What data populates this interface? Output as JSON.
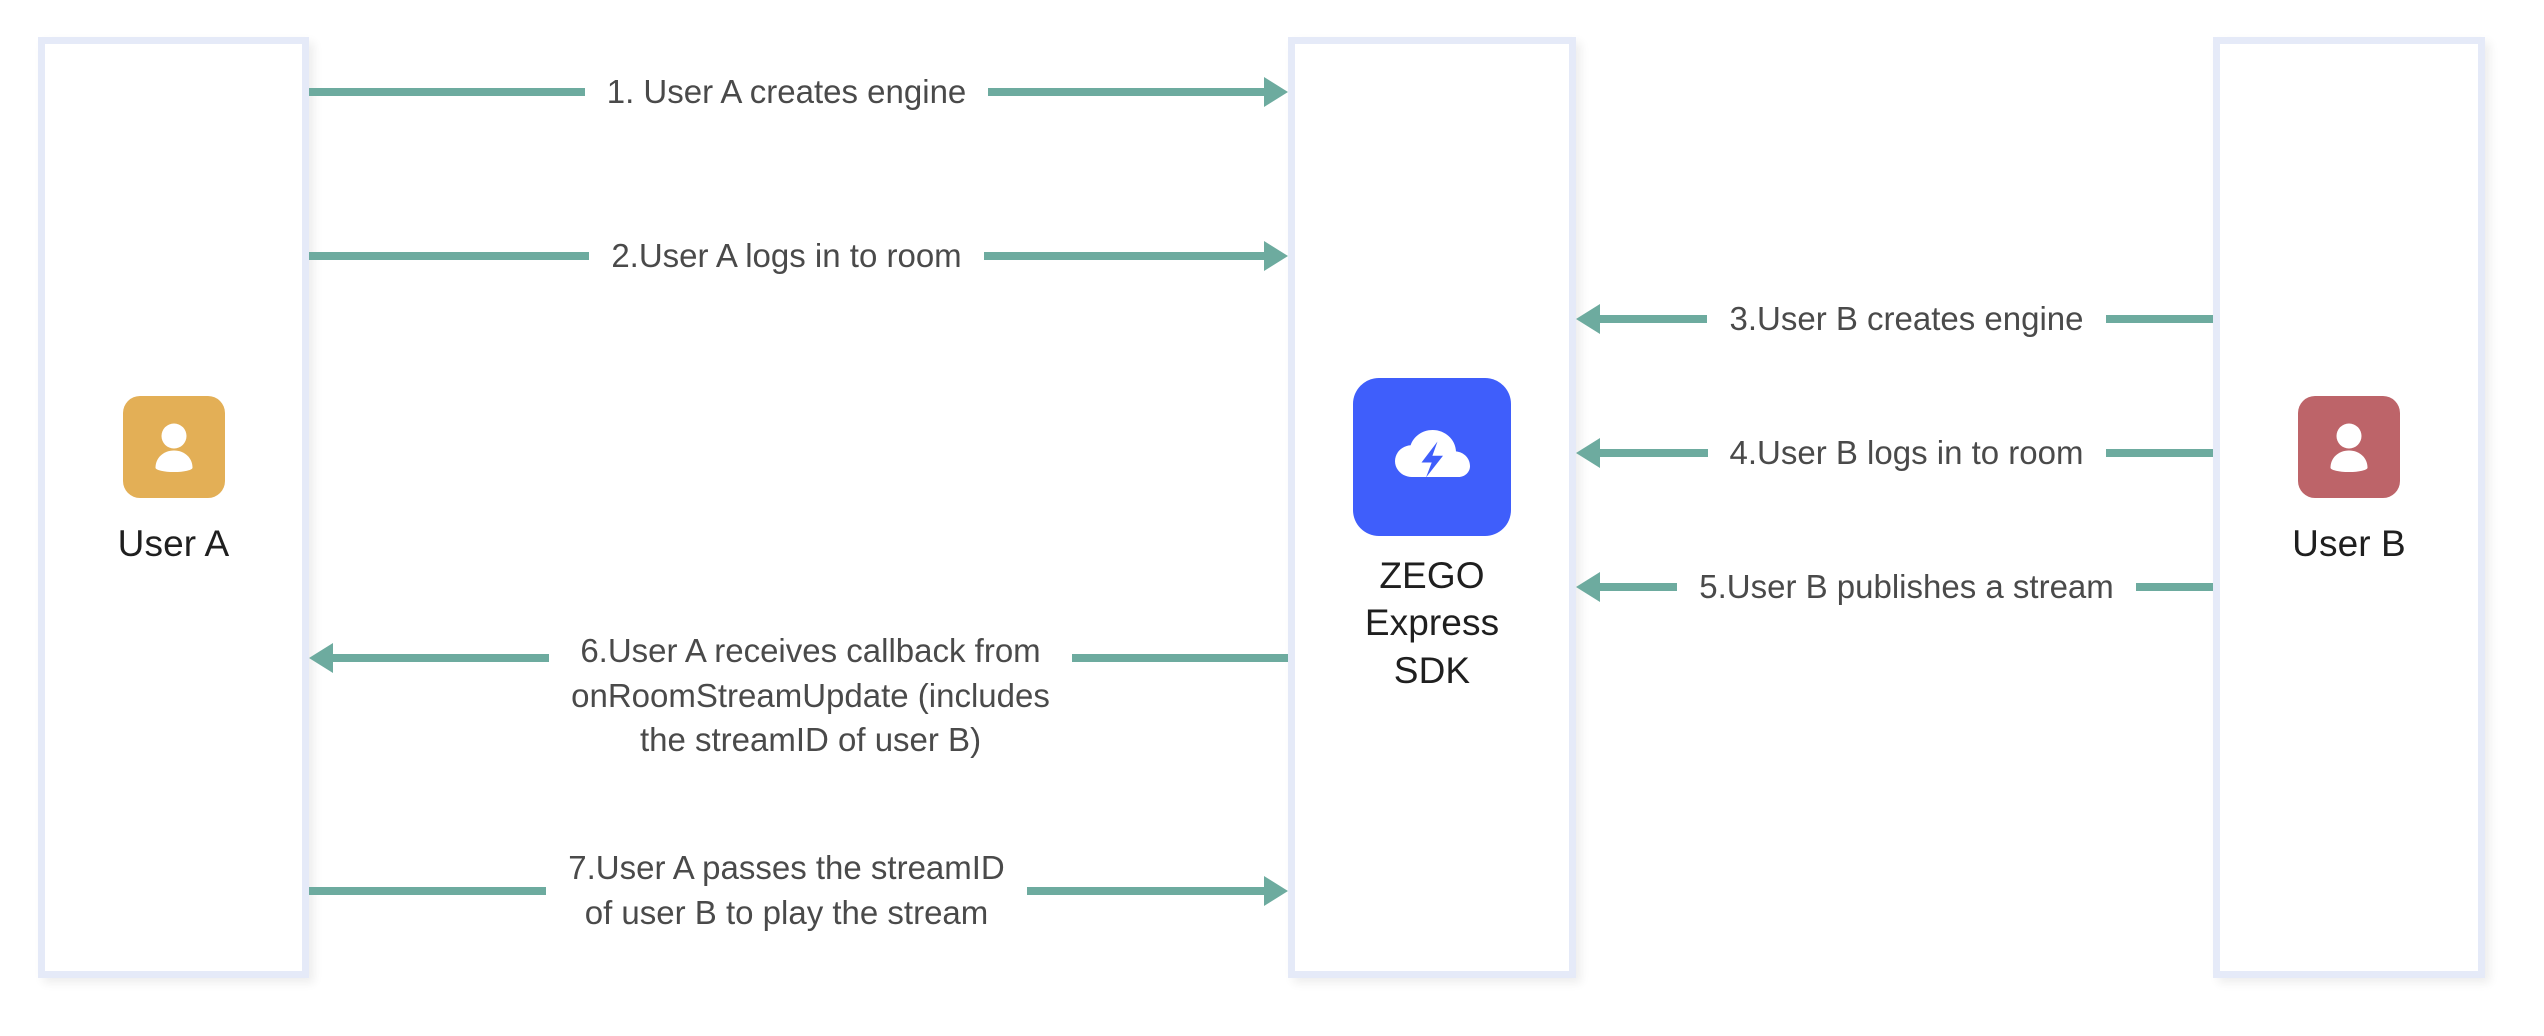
{
  "diagram": {
    "title": "ZEGO Express SDK publish and play stream sequence",
    "colors": {
      "lifeline_border": "#e5eaf8",
      "arrow": "#6dab9f",
      "avatar_user_a": "#e3af56",
      "avatar_user_b": "#bd6469",
      "zego_brand": "#3f5efb",
      "label_text": "#4a4a4a",
      "actor_text": "#1f1f1f",
      "background": "#ffffff"
    },
    "actors": [
      {
        "id": "user-a",
        "label": "User A",
        "avatar_icon": "user-avatar-icon",
        "avatar_color": "#e3af56"
      },
      {
        "id": "zego",
        "label": "ZEGO\nExpress\nSDK",
        "avatar_icon": "zego-cloud-lightning-icon",
        "avatar_color": "#3f5efb"
      },
      {
        "id": "user-b",
        "label": "User B",
        "avatar_icon": "user-avatar-icon",
        "avatar_color": "#bd6469"
      }
    ],
    "messages": [
      {
        "step": 1,
        "label": "1. User A creates engine",
        "from": "user-a",
        "to": "zego",
        "direction": "right"
      },
      {
        "step": 2,
        "label": "2.User A logs in to room",
        "from": "user-a",
        "to": "zego",
        "direction": "right"
      },
      {
        "step": 3,
        "label": "3.User B creates engine",
        "from": "user-b",
        "to": "zego",
        "direction": "left"
      },
      {
        "step": 4,
        "label": "4.User B logs in to room",
        "from": "user-b",
        "to": "zego",
        "direction": "left"
      },
      {
        "step": 5,
        "label": "5.User B publishes a stream",
        "from": "user-b",
        "to": "zego",
        "direction": "left"
      },
      {
        "step": 6,
        "label": "6.User A receives callback from\nonRoomStreamUpdate (includes\nthe streamID of user B)",
        "from": "zego",
        "to": "user-a",
        "direction": "left"
      },
      {
        "step": 7,
        "label": "7.User A passes the streamID\nof user B to play the stream",
        "from": "user-a",
        "to": "zego",
        "direction": "right"
      }
    ]
  }
}
